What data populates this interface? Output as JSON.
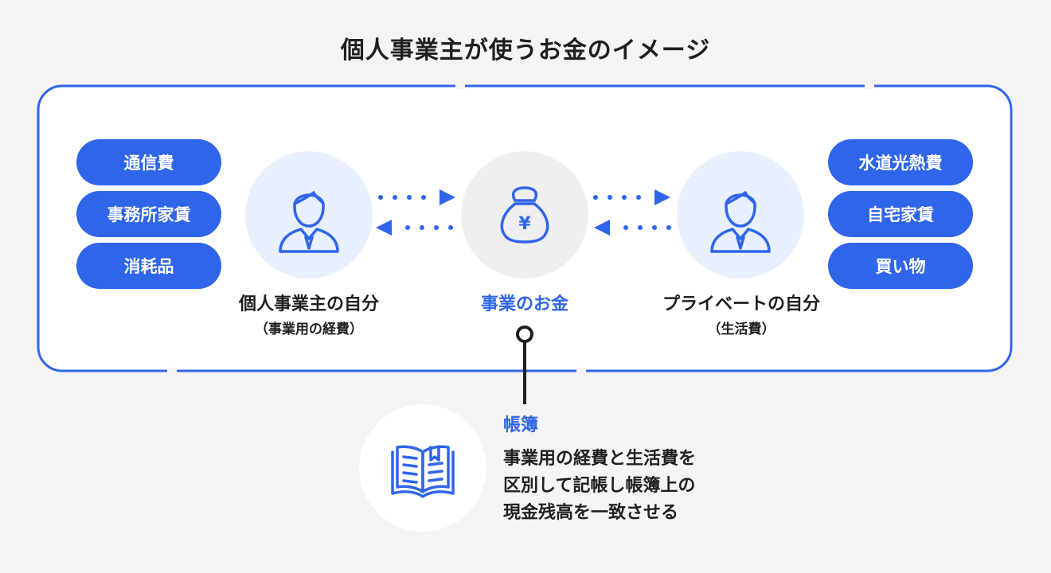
{
  "title": "個人事業主が使うお金のイメージ",
  "left_items": [
    "通信費",
    "事務所家賃",
    "消耗品"
  ],
  "right_items": [
    "水道光熱費",
    "自宅家賃",
    "買い物"
  ],
  "left_person": {
    "label": "個人事業主の自分",
    "sublabel": "（事業用の経費）"
  },
  "center": {
    "label": "事業のお金",
    "yen_symbol": "¥"
  },
  "right_person": {
    "label": "プライベートの自分",
    "sublabel": "（生活費）"
  },
  "note": {
    "title": "帳簿",
    "lines": [
      "事業用の経費と生活費を",
      "区別して記帳し帳簿上の",
      "現金残高を一致させる"
    ]
  },
  "colors": {
    "accent": "#2f65e8",
    "light_blue": "#e8efff",
    "light_gray": "#efeef0",
    "background": "#f5f3f4"
  },
  "icons": {
    "person": "person-icon",
    "money_bag": "money-bag-icon",
    "book": "book-icon",
    "arrow_right": "arrow-right-icon",
    "arrow_left": "arrow-left-icon"
  }
}
